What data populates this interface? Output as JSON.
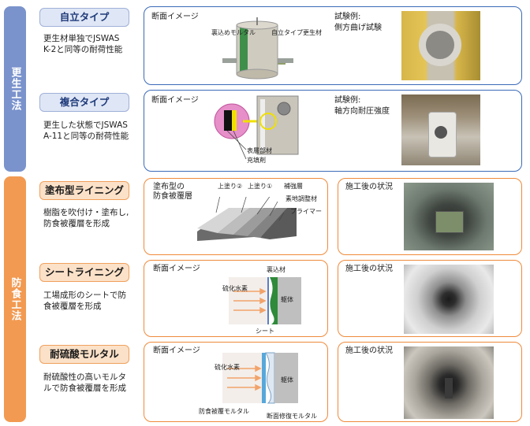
{
  "categories": [
    {
      "label": "更生工法",
      "color": "#7a93cc"
    },
    {
      "label": "防食工法",
      "color": "#f29a52"
    }
  ],
  "rows": [
    {
      "title": "自立タイプ",
      "desc": [
        "更生材単独でJSWAS",
        "K-2と同等の耐荷性能"
      ],
      "section_label": "断面イメージ",
      "callouts": [
        "裏込めモルタル",
        "自立タイプ更生材"
      ],
      "test_label": [
        "試験例:",
        "側方曲げ試験"
      ]
    },
    {
      "title": "複合タイプ",
      "desc": [
        "更生した状態でJSWAS",
        "A-11と同等の耐荷性能"
      ],
      "section_label": "断面イメージ",
      "callouts": [
        "表層部材",
        "充填剤"
      ],
      "test_label": [
        "試験例:",
        "軸方向耐圧強度"
      ]
    },
    {
      "title": "塗布型ライニング",
      "desc": [
        "樹脂を吹付け・塗布し,",
        "防食被覆層を形成"
      ],
      "section_label": [
        "塗布型の",
        "防食被覆層"
      ],
      "callouts": [
        "上塗り②",
        "上塗り①",
        "補強層",
        "素地調整材",
        "プライマー"
      ],
      "after_label": "施工後の状況"
    },
    {
      "title": "シートライニング",
      "desc": [
        "工場成形のシートで防",
        "食被覆層を形成"
      ],
      "section_label": "断面イメージ",
      "callouts": [
        "裏込材",
        "硫化水素",
        "躯体",
        "シート"
      ],
      "after_label": "施工後の状況"
    },
    {
      "title": "耐硫酸モルタル",
      "desc": [
        "耐硫酸性の高いモルタ",
        "ルで防食被覆層を形成"
      ],
      "section_label": "断面イメージ",
      "callouts": [
        "硫化水素",
        "躯体",
        "防食被覆モルタル",
        "断面修復モルタル"
      ],
      "after_label": "施工後の状況"
    }
  ]
}
